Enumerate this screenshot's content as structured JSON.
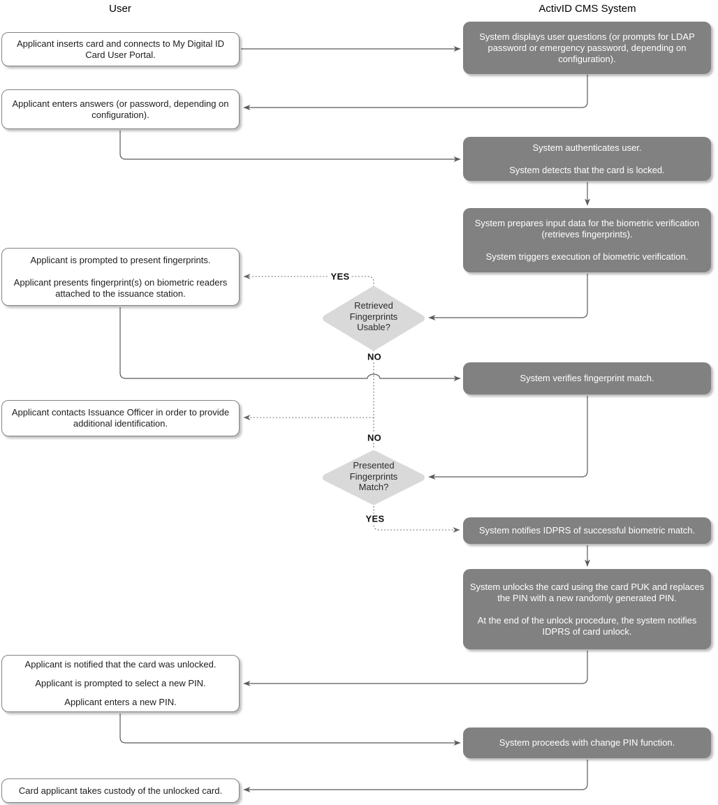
{
  "diagram": {
    "lanes": {
      "user": "User",
      "system": "ActivID CMS System"
    }
  },
  "nodes": {
    "u1": {
      "lines": [
        "Applicant inserts card and connects to My Digital ID Card User Portal."
      ]
    },
    "u2": {
      "lines": [
        "Applicant enters answers (or password, depending on configuration)."
      ]
    },
    "u3": {
      "lines": [
        "Applicant is prompted to present fingerprints.",
        "Applicant presents fingerprint(s) on biometric readers attached to the issuance station."
      ]
    },
    "u4": {
      "lines": [
        "Applicant contacts Issuance Officer in order to provide additional identification."
      ]
    },
    "u5": {
      "lines": [
        "Applicant is notified that the card was unlocked.",
        "Applicant is prompted to select a new PIN.",
        "Applicant enters a new PIN."
      ]
    },
    "u6": {
      "lines": [
        "Card applicant takes custody of the unlocked card."
      ]
    },
    "s1": {
      "lines": [
        "System displays user questions (or prompts for LDAP password or emergency password, depending on configuration)."
      ]
    },
    "s2": {
      "lines": [
        "System authenticates user.",
        "System detects that the card is locked."
      ]
    },
    "s3": {
      "lines": [
        "System prepares input data for the biometric verification (retrieves fingerprints).",
        "System triggers execution of biometric verification."
      ]
    },
    "s4": {
      "lines": [
        "System verifies fingerprint match."
      ]
    },
    "s5": {
      "lines": [
        "System notifies IDPRS of successful biometric match."
      ]
    },
    "s6": {
      "lines": [
        "System unlocks the card using the card PUK and replaces the PIN with a new randomly generated PIN.",
        "At the end of the unlock procedure, the system notifies IDPRS of card unlock."
      ]
    },
    "s7": {
      "lines": [
        "System proceeds with change PIN function."
      ]
    }
  },
  "decisions": {
    "d1": {
      "question": "Retrieved Fingerprints Usable?",
      "yes_label": "YES",
      "no_label": "NO"
    },
    "d2": {
      "question": "Presented Fingerprints Match?",
      "yes_label": "YES",
      "no_label": "NO"
    }
  },
  "colors": {
    "system_box": "#818181",
    "system_text": "#ffffff",
    "user_box": "#ffffff",
    "user_border": "#828282",
    "decision_fill": "#d9d9d9",
    "connector": "#595959",
    "dotted_connector": "#666666",
    "label_text": "#111111"
  }
}
